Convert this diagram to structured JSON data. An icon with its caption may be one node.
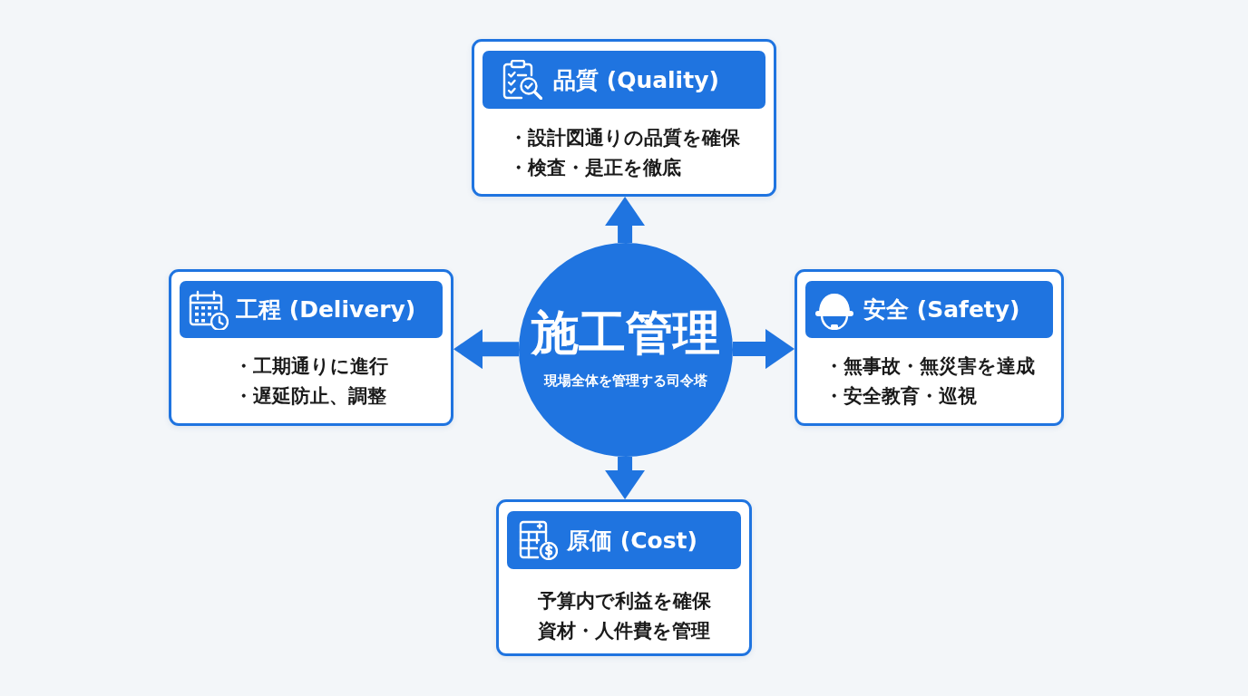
{
  "diagram": {
    "nodes": [
      {
        "text": [
          "・設計図通りの品質を確保",
          "・検査・是正を徹底"
        ]
      },
      {
        "text": [
          "品質 (Quality)"
        ],
        "in": 0
      },
      {
        "text": [
          "・工期通りに進行",
          "・遅延防止、調整"
        ]
      },
      {
        "text": [
          "工程 (Delivery)"
        ],
        "in": 2
      },
      {
        "text": [
          "施工管理",
          "現場全体を管理する司令塔"
        ]
      },
      {
        "text": [
          "・無事故・無災害を達成",
          "・安全教育・巡視"
        ]
      },
      {
        "text": [
          "安全 (Safety)"
        ],
        "in": 5
      },
      {
        "text": [
          "予算内で利益を確保",
          "資材・人件費を管理"
        ]
      },
      {
        "text": [
          "原価 (Cost)"
        ],
        "in": 7
      }
    ],
    "edges": [
      {
        "from": 4,
        "to": 0,
        "arrow": "to"
      },
      {
        "from": 4,
        "to": 2,
        "arrow": "to"
      },
      {
        "from": 4,
        "to": 5,
        "arrow": "to"
      },
      {
        "from": 4,
        "to": 7,
        "arrow": "to"
      }
    ]
  }
}
